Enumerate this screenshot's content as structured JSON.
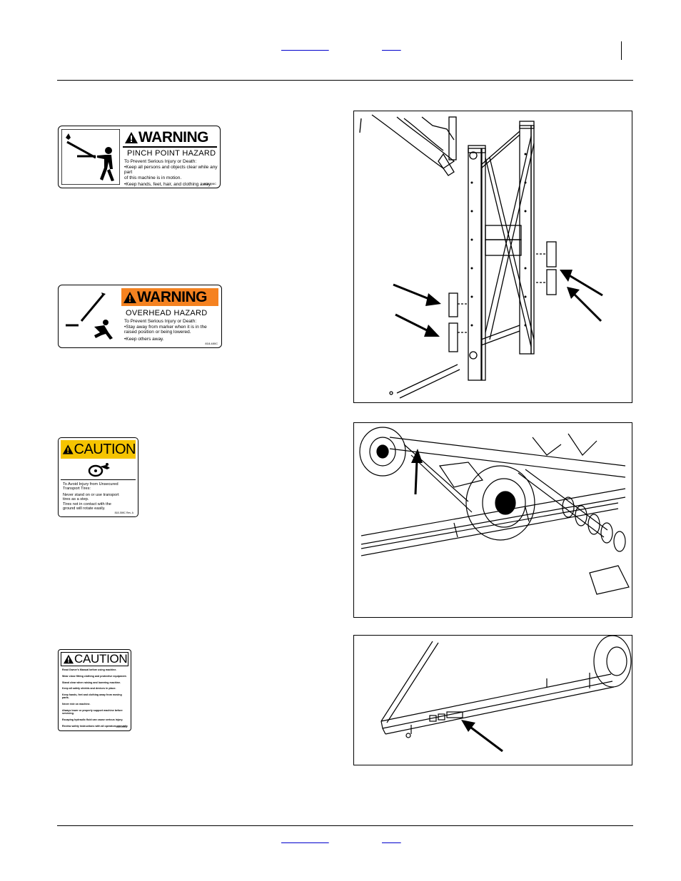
{
  "header": {
    "link_left": "                    ",
    "link_right": "        "
  },
  "footer": {
    "link_left": "                    ",
    "link_right": "        "
  },
  "decals": {
    "pinch": {
      "signal": "WARNING",
      "hazard": "PINCH POINT HAZARD",
      "lines": [
        "To Prevent Serious Injury or Death:",
        "•Keep all persons and objects clear while any part",
        " of this machine is in motion.",
        "•Keep hands, feet, hair, and clothing away."
      ],
      "code": "818-398C"
    },
    "overhead": {
      "signal": "WARNING",
      "hazard": "OVERHEAD HAZARD",
      "lines": [
        "To Prevent Serious Injury or Death:",
        "•Stay away from marker when it is in the",
        " raised position or being lowered.",
        "•Keep others away."
      ],
      "code": "818-480C"
    },
    "tires": {
      "signal": "CAUTION",
      "lines": [
        "To Avoid Injury from Unsecured",
        "Transport Tires:",
        "  Never stand on or use transport",
        "  tires as a step.",
        "  Tires not in contact with the",
        "  ground will rotate easily."
      ],
      "code": "818-398C Rev. A"
    },
    "general": {
      "signal": "CAUTION",
      "lines": [
        "Read Owner's Manual before using machine.",
        "Wear close fitting clothing and protective equipment.",
        "Stand clear when raising and lowering machine.",
        "Keep all safety shields and devices in place.",
        "Keep hands, feet and clothing away from moving parts.",
        "Never ride on machine.",
        "Always lower or properly support machine before servicing.",
        "Escaping hydraulic fluid can cause serious injury.",
        "Review safety instructions with all operators annually."
      ],
      "code": "818-003C"
    }
  },
  "colors": {
    "warning_orange": "#f58220",
    "caution_yellow": "#f5c400",
    "link_blue": "#0000cc"
  }
}
